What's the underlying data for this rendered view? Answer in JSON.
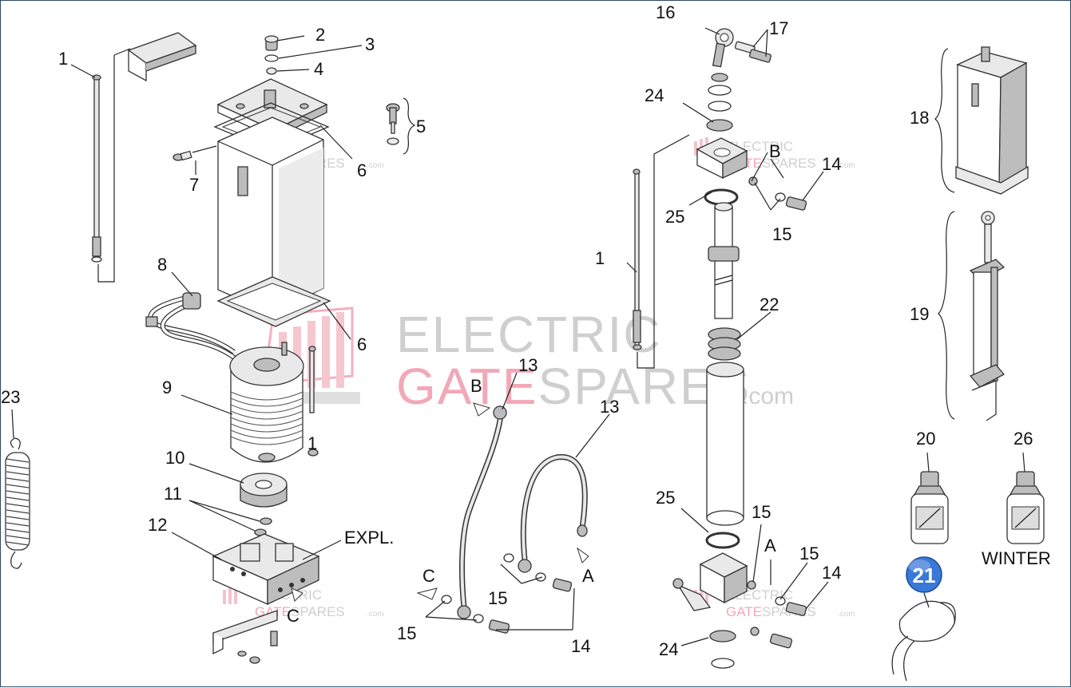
{
  "watermark": {
    "line1": "ELECTRIC",
    "line2_gate": "GATE",
    "line2_spares": "SPARES",
    "suffix": ".com",
    "grey_color": "#c8c8c8",
    "pink_color": "#f2a8b8"
  },
  "callouts": {
    "n1": "1",
    "n2": "2",
    "n3": "3",
    "n4": "4",
    "n5": "5",
    "n6": "6",
    "n7": "7",
    "n8": "8",
    "n9": "9",
    "n10": "10",
    "n11": "11",
    "n12": "12",
    "n13": "13",
    "n14": "14",
    "n15": "15",
    "n16": "16",
    "n17": "17",
    "n18": "18",
    "n19": "19",
    "n20": "20",
    "n22": "22",
    "n23": "23",
    "n24": "24",
    "n25": "25",
    "n26": "26",
    "letter_a": "A",
    "letter_b": "B",
    "letter_c": "C"
  },
  "badge": {
    "number": "21",
    "color": "#3a78d8"
  },
  "text_labels": {
    "expl": "EXPL.",
    "winter": "WINTER"
  }
}
